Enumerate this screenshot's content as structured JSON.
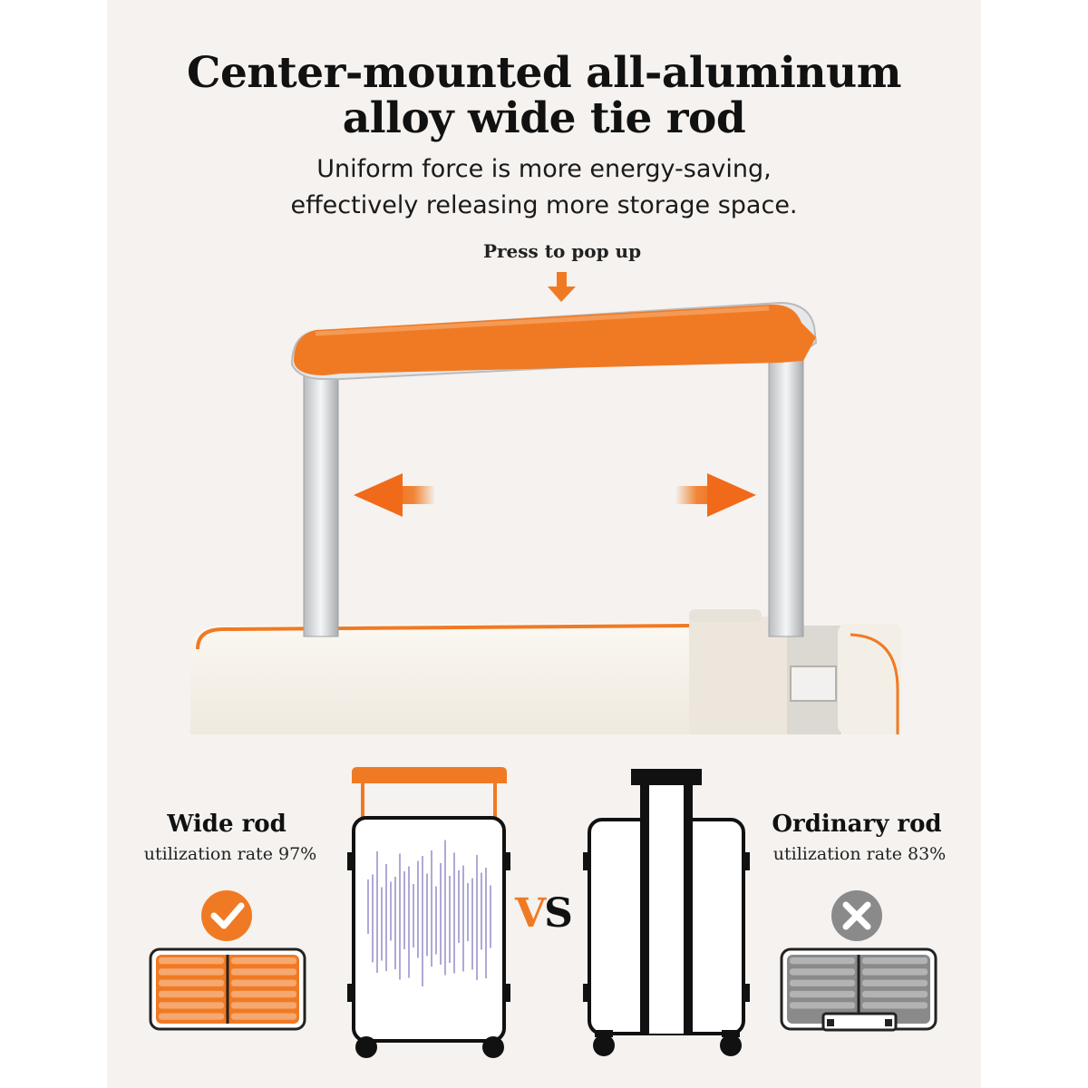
{
  "heading": {
    "line1": "Center-mounted all-aluminum",
    "line2": "alloy wide tie rod"
  },
  "subheading": {
    "line1": "Uniform force is more energy-saving,",
    "line2": "effectively releasing more storage space."
  },
  "press_label": "Press to pop up",
  "comparison": {
    "left": {
      "title": "Wide rod",
      "rate": "utilization rate 97%"
    },
    "right": {
      "title": "Ordinary rod",
      "rate": "utilization rate 83%"
    },
    "vs_v": "V",
    "vs_s": "S"
  },
  "colors": {
    "accent": "#f07a24",
    "dark": "#111111",
    "gray": "#8a8a8a",
    "background": "#f5f2ef"
  }
}
